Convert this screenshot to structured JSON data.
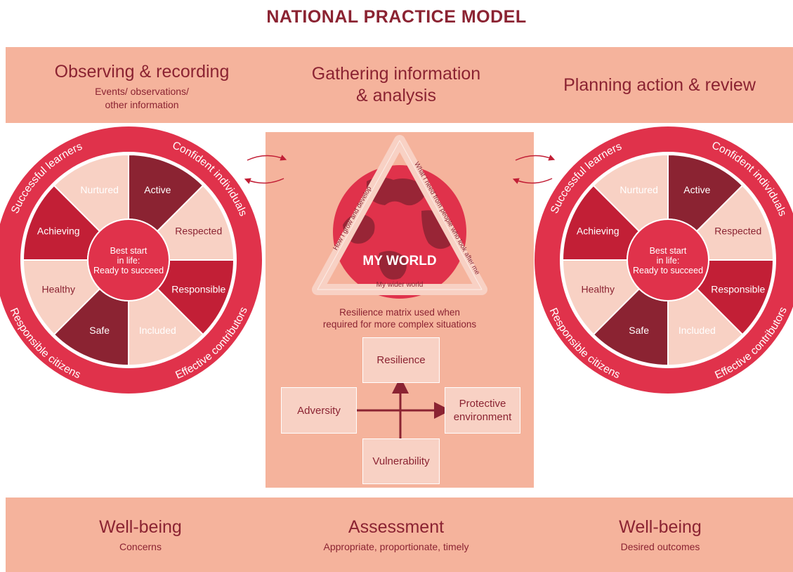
{
  "title": "NATIONAL PRACTICE MODEL",
  "top_band": {
    "observing": {
      "heading": "Observing & recording",
      "sub1": "Events/ observations/",
      "sub2": "other information"
    },
    "gathering": {
      "heading1": "Gathering information",
      "heading2": "& analysis"
    },
    "planning": {
      "heading": "Planning action & review"
    }
  },
  "wheel": {
    "segments": [
      "Active",
      "Respected",
      "Responsible",
      "Included",
      "Safe",
      "Healthy",
      "Achieving",
      "Nurtured"
    ],
    "center": [
      "Best start",
      "in life:",
      "Ready to succeed"
    ],
    "rim": [
      "Successful learners",
      "Confident individuals",
      "Effective contributors",
      "Responsible citizens"
    ]
  },
  "my_world": {
    "label": "MY WORLD",
    "left_side": "How I grow and develop",
    "right_side": "What I need from people who look after me",
    "bottom_side": "My wider world"
  },
  "resilience_caption": [
    "Resilience matrix used when",
    "required for more complex situations"
  ],
  "matrix": {
    "top": "Resilience",
    "left": "Adversity",
    "right1": "Protective",
    "right2": "environment",
    "bottom": "Vulnerability"
  },
  "bottom_band": {
    "left": {
      "heading": "Well-being",
      "sub": "Concerns"
    },
    "middle": {
      "heading": "Assessment",
      "sub": "Appropriate, proportionate, timely"
    },
    "right": {
      "heading": "Well-being",
      "sub": "Desired outcomes"
    }
  },
  "colors": {
    "dark": "#8b2332",
    "red": "#c21f36",
    "rim": "#e0324b",
    "peach": "#f5b39c",
    "light": "#f8d1c4"
  }
}
